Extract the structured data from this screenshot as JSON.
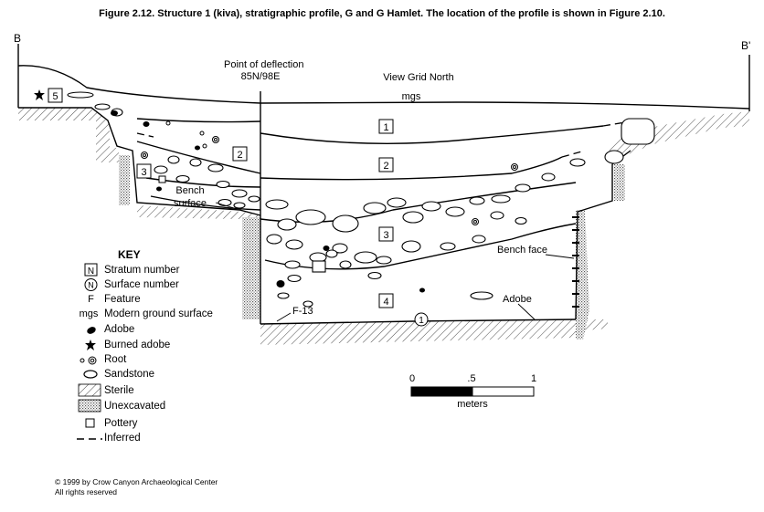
{
  "title": "Figure 2.12.  Structure 1 (kiva), stratigraphic profile, G and G Hamlet. The location of the profile is shown in Figure 2.10.",
  "profile": {
    "left_end": "B",
    "right_end": "B'",
    "deflection_label": "Point of deflection",
    "deflection_coord": "85N/98E",
    "view_label": "View Grid North",
    "mgs_label": "mgs",
    "bench_label_1": "Bench",
    "bench_label_2": "surface",
    "bench_face_label": "Bench face",
    "adobe_label": "Adobe",
    "feature_label": "F-13",
    "strata": {
      "s1": "1",
      "s2_left": "2",
      "s2_right": "2",
      "s3_left": "3",
      "s3_right": "3",
      "s4": "4",
      "s5": "5"
    },
    "surface_number": "1"
  },
  "key": {
    "title": "KEY",
    "items": [
      {
        "symbol": "boxed-n",
        "symbol_text": "N",
        "label": "Stratum number"
      },
      {
        "symbol": "circled-n",
        "symbol_text": "N",
        "label": "Surface number"
      },
      {
        "symbol": "feature-letter",
        "symbol_text": "F",
        "label": "Feature"
      },
      {
        "symbol": "mgs-text",
        "symbol_text": "mgs",
        "label": "Modern ground surface"
      },
      {
        "symbol": "adobe-blob",
        "label": "Adobe"
      },
      {
        "symbol": "burned-adobe-star",
        "label": "Burned adobe"
      },
      {
        "symbol": "root-circles",
        "label": "Root"
      },
      {
        "symbol": "sandstone-outline",
        "label": "Sandstone"
      },
      {
        "symbol": "sterile-hatch",
        "label": "Sterile"
      },
      {
        "symbol": "unexcavated-stipple",
        "label": "Unexcavated"
      },
      {
        "symbol": "pottery-square",
        "label": "Pottery"
      },
      {
        "symbol": "inferred-dash",
        "label": "Inferred"
      }
    ]
  },
  "scale": {
    "ticks": [
      "0",
      ".5",
      "1"
    ],
    "unit": "meters"
  },
  "copyright": {
    "line1": "© 1999 by Crow Canyon Archaeological Center",
    "line2": "All rights reserved"
  }
}
